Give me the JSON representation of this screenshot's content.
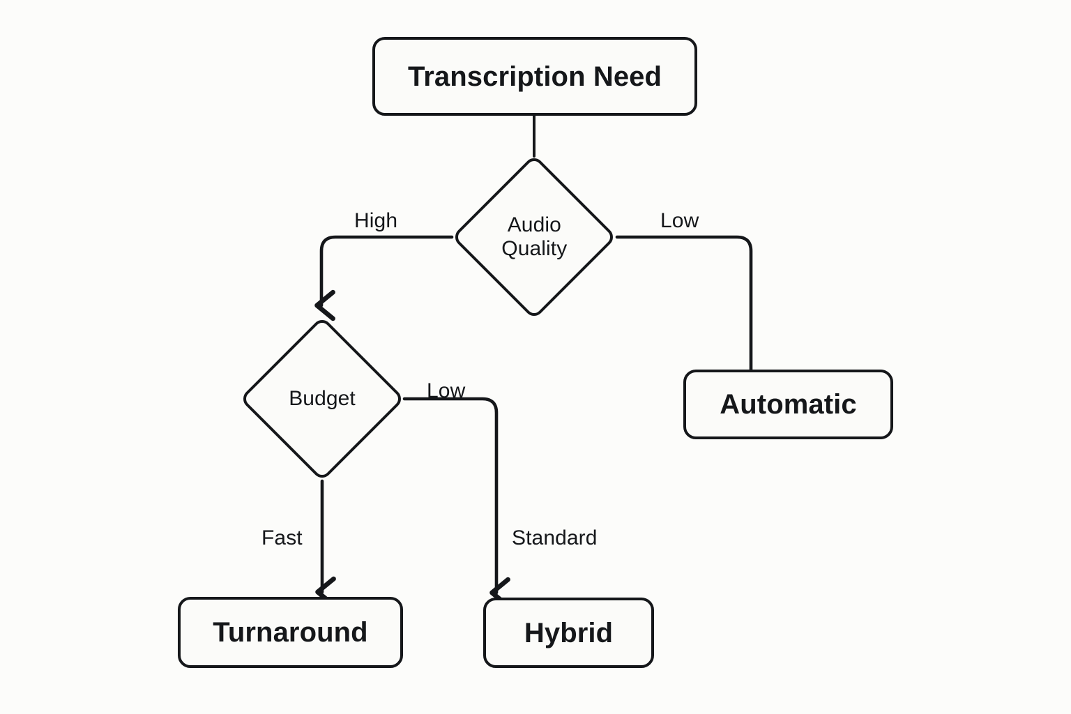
{
  "diagram": {
    "title": "Transcription Need decision flowchart",
    "type": "flowchart",
    "background_color": "#FCFCFA",
    "stroke_color": "#15171A",
    "node_fill_color": "#FBFBF9",
    "nodes": [
      {
        "id": "start",
        "shape": "rounded-rect",
        "label": "Transcription Need"
      },
      {
        "id": "audio",
        "shape": "diamond",
        "label": "Audio\nQuality"
      },
      {
        "id": "budget",
        "shape": "diamond",
        "label": "Budget"
      },
      {
        "id": "automatic",
        "shape": "rounded-rect",
        "label": "Automatic"
      },
      {
        "id": "turnaround",
        "shape": "rounded-rect",
        "label": "Turnaround"
      },
      {
        "id": "hybrid",
        "shape": "rounded-rect",
        "label": "Hybrid"
      }
    ],
    "edges": [
      {
        "id": "start-audio",
        "from": "start",
        "to": "audio",
        "label": "",
        "arrow": false
      },
      {
        "id": "audio-budget",
        "from": "audio",
        "to": "budget",
        "label": "High",
        "arrow": true
      },
      {
        "id": "audio-automatic",
        "from": "audio",
        "to": "automatic",
        "label": "Low",
        "arrow": false
      },
      {
        "id": "budget-turnaround",
        "from": "budget",
        "to": "turnaround",
        "label": "Fast",
        "arrow": true
      },
      {
        "id": "budget-hybrid",
        "from": "budget",
        "to": "hybrid",
        "label": "Standard",
        "arrow": true
      }
    ]
  }
}
